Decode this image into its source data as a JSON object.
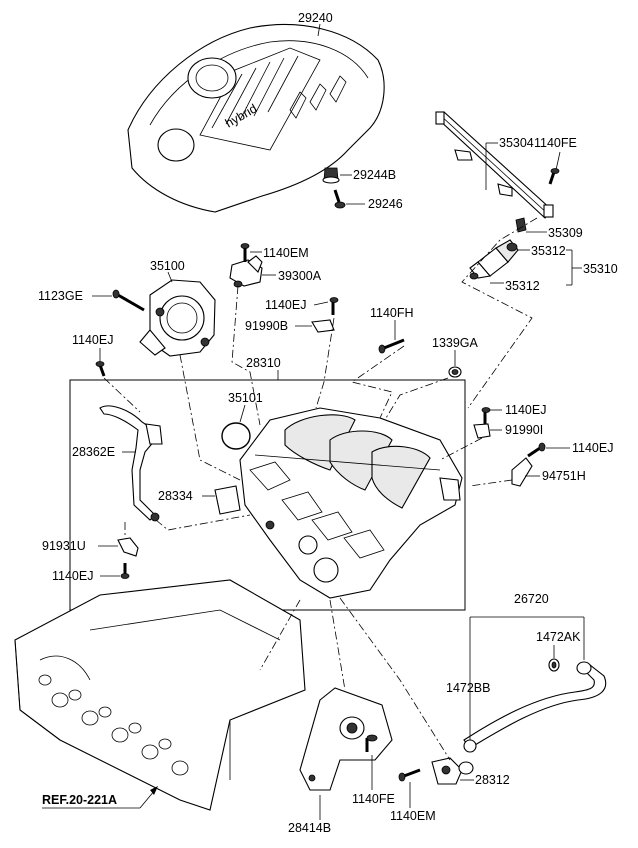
{
  "labels": {
    "p29240": "29240",
    "p29244B": "29244B",
    "p29246": "29246",
    "p35304": "35304",
    "p1140FE_top": "1140FE",
    "p35309": "35309",
    "p35312_a": "35312",
    "p35310": "35310",
    "p35312_b": "35312",
    "p1140EM_top": "1140EM",
    "p39300A": "39300A",
    "p35100": "35100",
    "p1123GE": "1123GE",
    "p1140EJ_a": "1140EJ",
    "p91990B": "91990B",
    "p1140FH": "1140FH",
    "p1140EJ_left": "1140EJ",
    "p28310": "28310",
    "p1339GA": "1339GA",
    "p35101": "35101",
    "p1140EJ_b": "1140EJ",
    "p91990I": "91990I",
    "p1140EJ_c": "1140EJ",
    "p28362E": "28362E",
    "p94751H": "94751H",
    "p28334": "28334",
    "p91931U": "91931U",
    "p1140EJ_d": "1140EJ",
    "p26720": "26720",
    "p1472AK": "1472AK",
    "p1472BB": "1472BB",
    "p28312": "28312",
    "p1140FE_bottom": "1140FE",
    "p1140EM_bottom": "1140EM",
    "p28414B": "28414B",
    "ref": "REF.20-221A"
  },
  "engine_cover_text": "hybrid"
}
